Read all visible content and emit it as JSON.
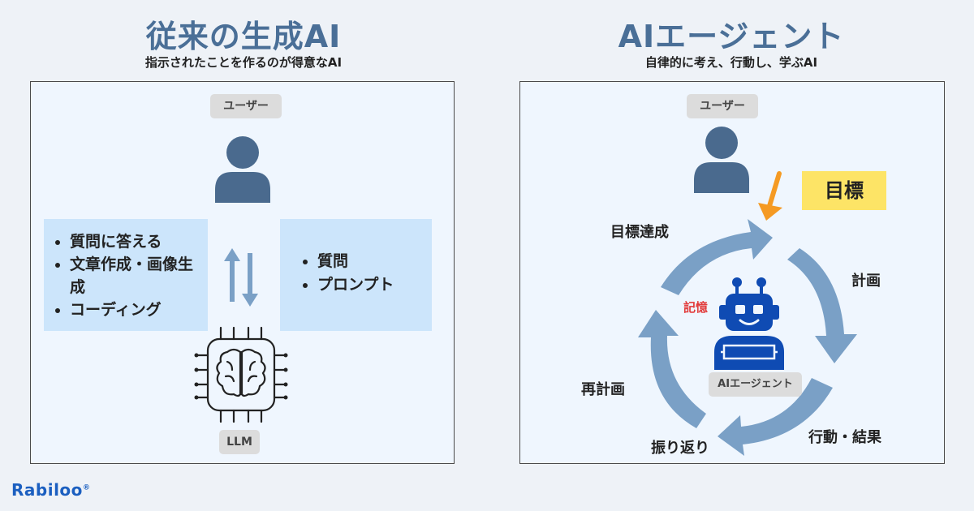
{
  "left": {
    "title": "従来の生成AI",
    "subtitle": "指示されたことを作るのが得意なAI",
    "user_chip": "ユーザー",
    "llm_chip": "LLM",
    "output_items": [
      "質問に答える",
      "文章作成・画像生成",
      "コーディング"
    ],
    "input_items": [
      "質問",
      "プロンプト"
    ]
  },
  "right": {
    "title": "AIエージェント",
    "subtitle": "自律的に考え、行動し、学ぶAI",
    "user_chip": "ユーザー",
    "goal": "目標",
    "agent_chip": "AIエージェント",
    "memory": "記憶",
    "cycle": {
      "achieve": "目標達成",
      "plan": "計画",
      "act": "行動・結果",
      "reflect": "振り返り",
      "replan": "再計画"
    }
  },
  "brand": {
    "name": "Rabiloo",
    "mark": "®"
  },
  "colors": {
    "title_blue": "#4a6f97",
    "icon_blue": "#4a6a8e",
    "robot_blue": "#0f4bb3",
    "arrow_blue": "#7aa0c6",
    "goal_yellow": "#fde466",
    "accent_orange": "#f59a23",
    "memory_red": "#e23c3c"
  }
}
